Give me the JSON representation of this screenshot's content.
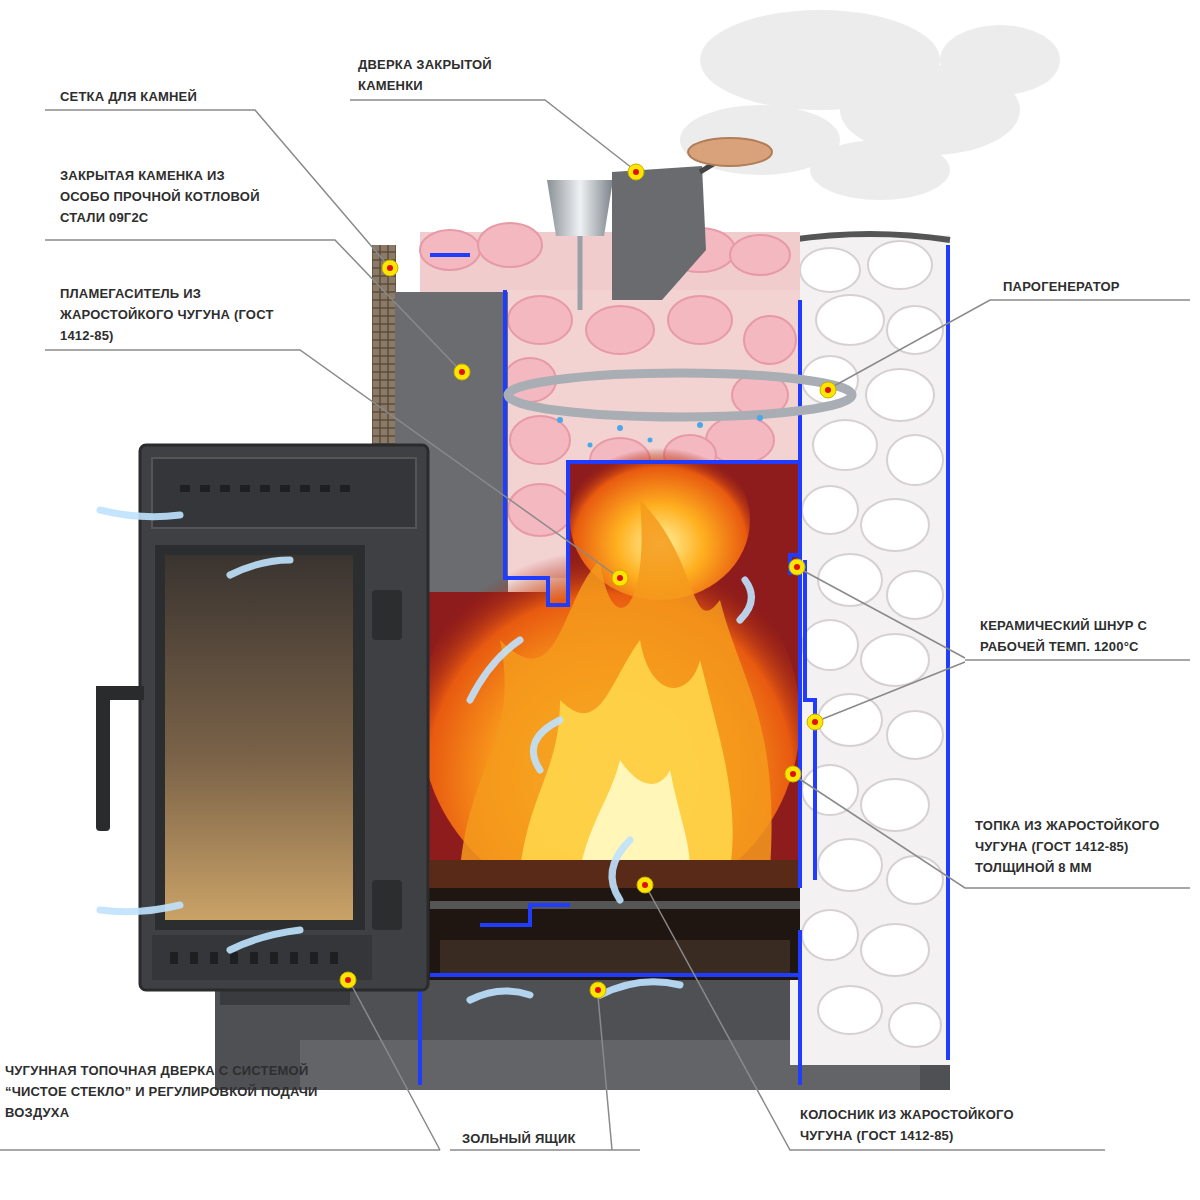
{
  "diagram": {
    "labels": [
      "СЕТКА ДЛЯ КАМНЕЙ",
      "ДВЕРКА ЗАКРЫТОЙ КАМЕНКИ",
      "ЗАКРЫТАЯ КАМЕНКА ИЗ ОСОБО ПРОЧНОЙ КОТЛОВОЙ СТАЛИ 09Г2С",
      "ПЛАМЕГАСИТЕЛЬ ИЗ ЖАРОСТОЙКОГО ЧУГУНА (ГОСТ 1412-85)",
      "ПАРОГЕНЕРАТОР",
      "КЕРАМИЧЕСКИЙ ШНУР С РАБОЧЕЙ ТЕМП. 1200°С",
      "ТОПКА ИЗ ЖАРОСТОЙКОГО ЧУГУНА (ГОСТ 1412-85) ТОЛЩИНОЙ 8 ММ",
      "ЧУГУННАЯ ТОПОЧНАЯ ДВЕРКА С СИСТЕМОЙ “ЧИСТОЕ СТЕКЛО” И РЕГУЛИРОВКОЙ ПОДАЧИ ВОЗДУХА",
      "ЗОЛЬНЫЙ ЯЩИК",
      "КОЛОСНИК ИЗ ЖАРОСТОЙКОГО ЧУГУНА (ГОСТ 1412-85)"
    ]
  }
}
